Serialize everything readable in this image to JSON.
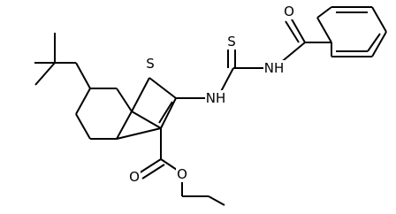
{
  "atom_labels": {
    "sulfur_ring": "S",
    "nh_left": "NH",
    "sulfur_thio": "S",
    "nh_right": "NH",
    "oxygen_benzoyl": "O",
    "oxygen_carbonyl": "O",
    "oxygen_ester": "O"
  },
  "colors": {
    "line": "#000000",
    "background": "#ffffff"
  }
}
